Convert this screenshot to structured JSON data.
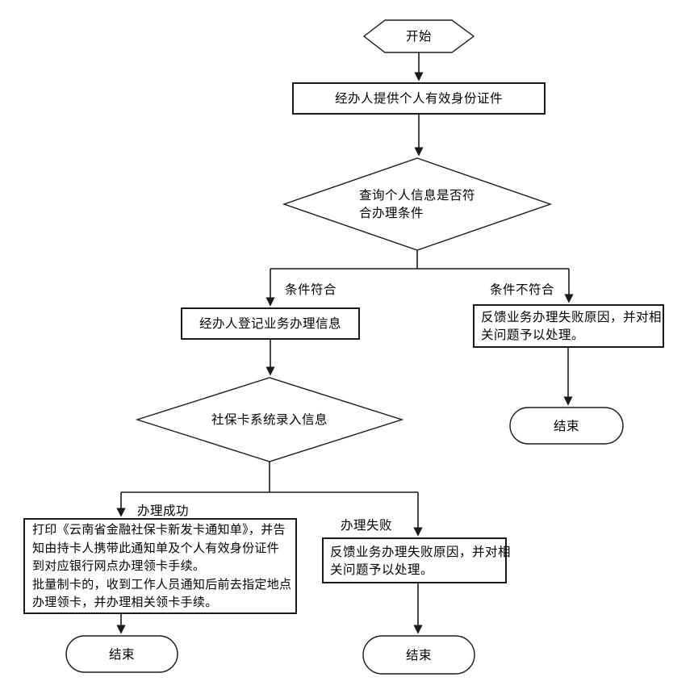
{
  "colors": {
    "stroke": "#1a1a1a",
    "background": "#ffffff",
    "text": "#000000"
  },
  "nodes": {
    "start": {
      "type": "terminator-hexagon",
      "label": "开始"
    },
    "provide_id": {
      "type": "process",
      "label": "经办人提供个人有效身份证件"
    },
    "eligibility_check": {
      "type": "decision",
      "lines": [
        "查询个人信息是否符",
        "合办理条件"
      ]
    },
    "register_info": {
      "type": "process",
      "label": "经办人登记业务办理信息"
    },
    "feedback_fail_top": {
      "type": "process",
      "lines": [
        "反馈业务办理失败原因，并对相",
        "关问题予以处理。"
      ]
    },
    "end_right": {
      "type": "terminator",
      "label": "结束"
    },
    "card_system_entry": {
      "type": "decision",
      "label": "社保卡系统录入信息"
    },
    "print_notice": {
      "type": "process",
      "lines": [
        "打印《云南省金融社保卡新发卡通知单》，并告",
        "知由持卡人携带此通知单及个人有效身份证件",
        "到对应银行网点办理领卡手续。",
        "批量制卡的，收到工作人员通知后前去指定地点",
        "办理领卡，并办理相关领卡手续。"
      ]
    },
    "feedback_fail_bottom": {
      "type": "process",
      "lines": [
        "反馈业务办理失败原因，并对相",
        "关问题予以处理。"
      ]
    },
    "end_left": {
      "type": "terminator",
      "label": "结束"
    },
    "end_bottom": {
      "type": "terminator",
      "label": "结束"
    }
  },
  "edge_labels": {
    "condition_met": "条件符合",
    "condition_not_met": "条件不符合",
    "process_success": "办理成功",
    "process_failure": "办理失败"
  }
}
